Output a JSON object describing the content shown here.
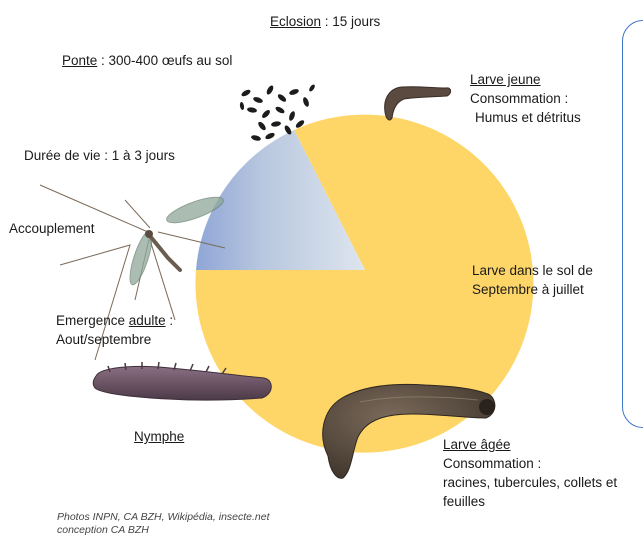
{
  "labels": {
    "eclosion_term": "Eclosion",
    "eclosion_value": " : 15 jours",
    "ponte_term": "Ponte",
    "ponte_value": " : 300-400 œufs au sol",
    "duree_vie": "Durée de vie : 1 à 3 jours",
    "accouplement": "Accouplement",
    "emergence_prefix": "Emergence ",
    "emergence_term": "adulte",
    "emergence_suffix": " :",
    "emergence_date": "Aout/septembre",
    "nymphe": "Nymphe",
    "larve_jeune_term": "Larve jeune",
    "larve_jeune_conso": "Consommation :",
    "larve_jeune_food": "Humus et détritus",
    "larve_sol_line1": "Larve dans le sol de",
    "larve_sol_line2": "Septembre à juillet",
    "larve_agee_term": "Larve âgée",
    "larve_agee_conso": "Consommation :",
    "larve_agee_food1": "racines, tubercules, collets et",
    "larve_agee_food2": "feuilles"
  },
  "credits": {
    "photos": "Photos INPN, CA BZH, Wikipédia, insecte.net",
    "conception": "conception CA BZH"
  },
  "colors": {
    "larval_phase": "#fed667",
    "adult_phase_light": "#d9e2ec",
    "adult_phase_dark": "#8fa6d6",
    "box_border": "#3f76c6"
  }
}
